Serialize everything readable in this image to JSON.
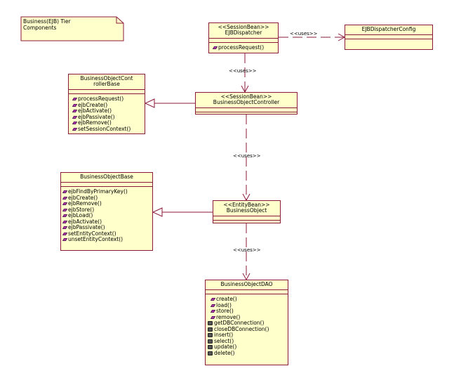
{
  "note": {
    "text_line1": "Business(EJB) Tier",
    "text_line2": "Components"
  },
  "relations": {
    "uses": "<<uses>>"
  },
  "classes": {
    "ejb_dispatcher": {
      "stereotype": "<<SessionBean>>",
      "name": "EJBDispatcher",
      "ops": [
        "processRequest()"
      ]
    },
    "ejb_dispatcher_config": {
      "name": "EJBDispatcherConfig"
    },
    "controller_base": {
      "name_line1": "BusinessObjectCont",
      "name_line2": "rollerBase",
      "ops": [
        "processRequest()",
        "ejbCreate()",
        "ejbActivate()",
        "ejbPassivate()",
        "ejbRemove()",
        "setSessionContext()"
      ]
    },
    "controller": {
      "stereotype": "<<SessionBean>>",
      "name": "BusinessObjectController"
    },
    "object_base": {
      "name": "BusinessObjectBase",
      "ops": [
        "ejbFindByPrimaryKey()",
        "ejbCreate()",
        "ejbRemove()",
        "ejbStore()",
        "ejbLoad()",
        "ejbActivate()",
        "ejbPassivate()",
        "setEntityContext()",
        "unsetEntityContext()"
      ]
    },
    "business_object": {
      "stereotype": "<<EntityBean>>",
      "name": "BusinessObject"
    },
    "dao": {
      "name": "BusinessObjectDAO",
      "ops": [
        "create()",
        "load()",
        "store()",
        "remove()",
        "getDBConnection()",
        "closeDBConnection()",
        "insert()",
        "select()",
        "update()",
        "delete()"
      ]
    }
  }
}
